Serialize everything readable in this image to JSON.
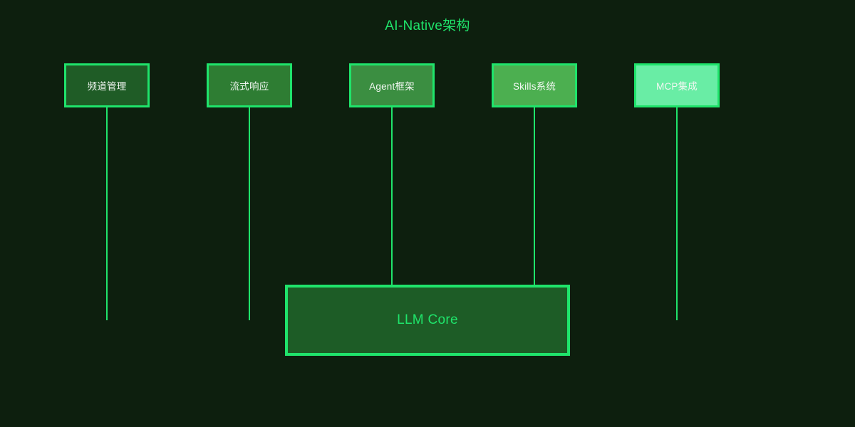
{
  "title": "AI-Native架构",
  "colors": {
    "background": "#0d1f0e",
    "accent": "#1fe46b",
    "module_border": "#1fe46b",
    "module_text": "#f2f7f2",
    "core_fill": "#1d5c26",
    "core_border": "#1fe46b",
    "core_text": "#1fe46b",
    "connector": "#1fe46b"
  },
  "modules": [
    {
      "label": "频道管理",
      "fill": "#1f5c26"
    },
    {
      "label": "流式响应",
      "fill": "#2e7d33"
    },
    {
      "label": "Agent框架",
      "fill": "#3b8e41"
    },
    {
      "label": "Skills系统",
      "fill": "#4caf50"
    },
    {
      "label": "MCP集成",
      "fill": "#69eda5"
    }
  ],
  "core": {
    "label": "LLM Core"
  }
}
